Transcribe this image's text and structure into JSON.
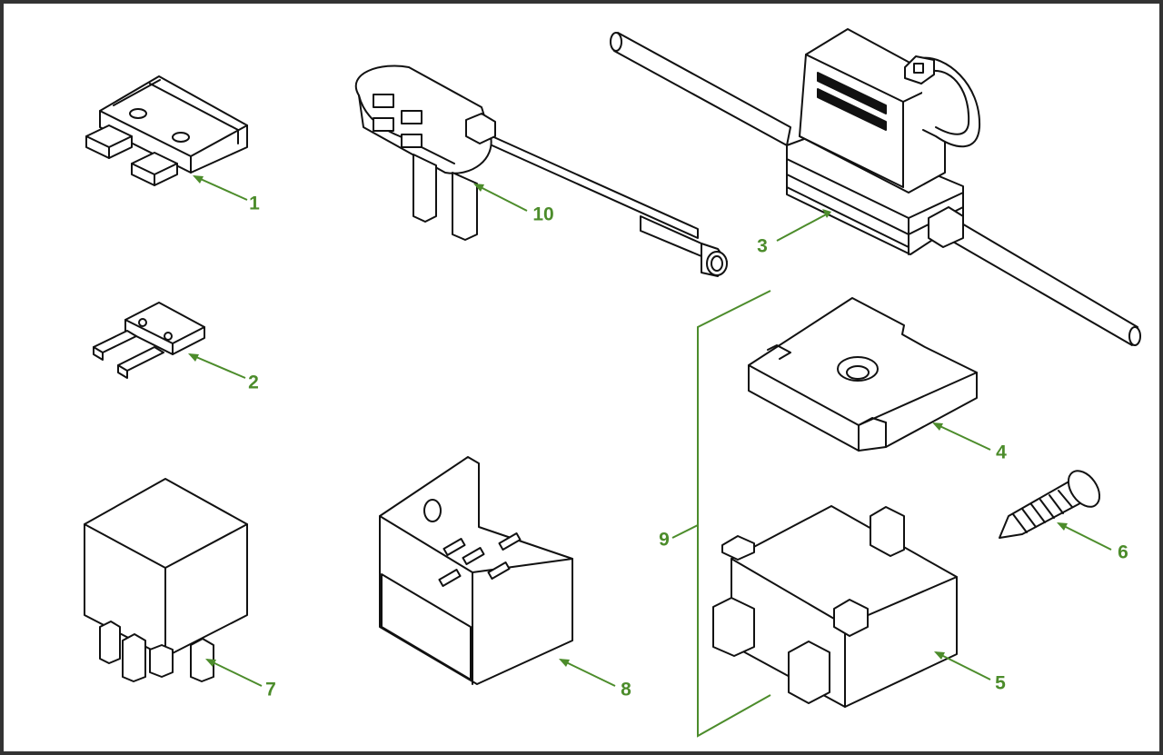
{
  "callouts": [
    {
      "id": "1",
      "label": "1"
    },
    {
      "id": "2",
      "label": "2"
    },
    {
      "id": "3",
      "label": "3"
    },
    {
      "id": "4",
      "label": "4"
    },
    {
      "id": "5",
      "label": "5"
    },
    {
      "id": "6",
      "label": "6"
    },
    {
      "id": "7",
      "label": "7"
    },
    {
      "id": "8",
      "label": "8"
    },
    {
      "id": "9",
      "label": "9"
    },
    {
      "id": "10",
      "label": "10"
    }
  ],
  "colors": {
    "callout": "#4c8c2b",
    "outline": "#111111",
    "frame": "#333333",
    "background": "#ffffff"
  }
}
